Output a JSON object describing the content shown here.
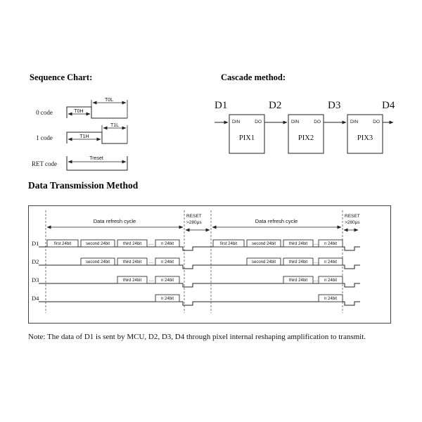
{
  "sequence_chart": {
    "heading": "Sequence Chart:",
    "rows": [
      {
        "label": "0 code",
        "high_label": "T0H",
        "low_label": "T0L"
      },
      {
        "label": "1 code",
        "high_label": "T1H",
        "low_label": "T1L"
      },
      {
        "label": "RET code",
        "span_label": "Treset"
      }
    ]
  },
  "cascade": {
    "heading": "Cascade method:",
    "d_labels": [
      "D1",
      "D2",
      "D3",
      "D4"
    ],
    "pins": {
      "din": "DIN",
      "dout": "DO"
    },
    "boxes": [
      "PIX1",
      "PIX2",
      "PIX3"
    ]
  },
  "transmission": {
    "heading": "Data Transmission Method",
    "refresh_cycle_label": "Data refresh cycle",
    "reset_label": "RESET",
    "reset_time_left": ">280μs",
    "reset_time_right": ">280μs",
    "row_labels": [
      "D1",
      "D2",
      "D3",
      "D4"
    ],
    "segments": {
      "first": "first 24bit",
      "second": "second 24bit",
      "third": "third 24bit",
      "n": "n 24bit",
      "ellipsis": "…"
    }
  },
  "note": {
    "text": "Note: The data of D1 is sent by MCU, D2, D3, D4 through pixel internal reshaping amplification to transmit."
  }
}
